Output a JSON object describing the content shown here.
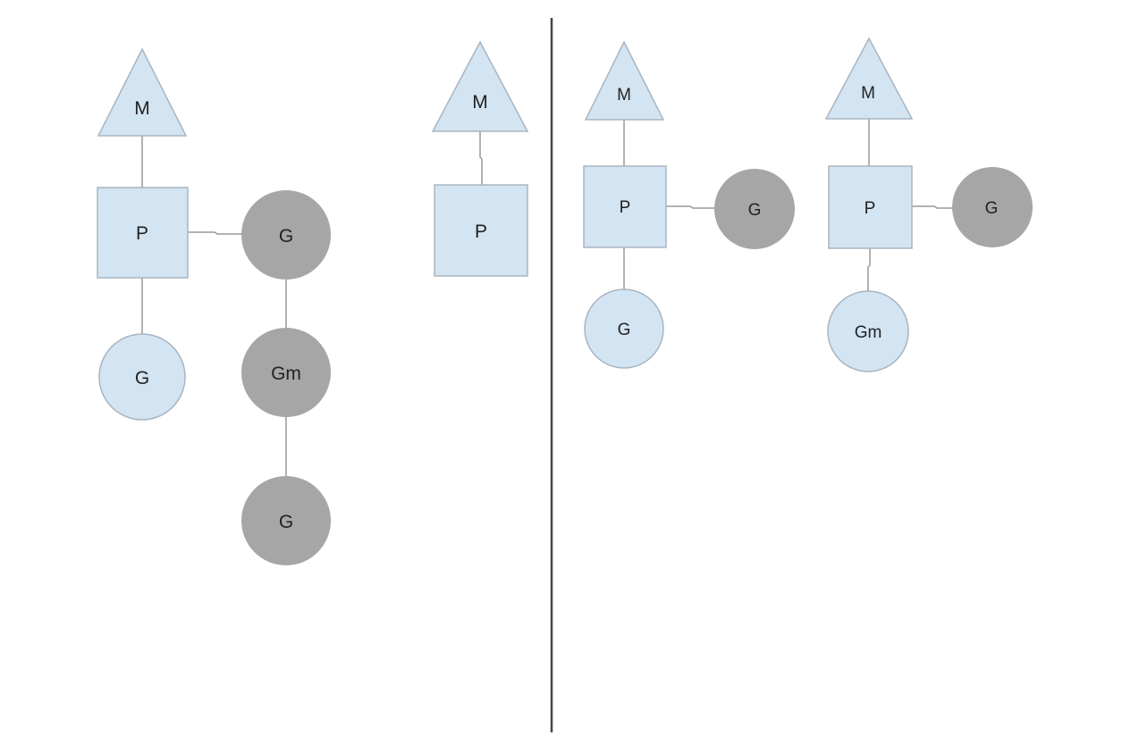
{
  "colors": {
    "light_fill": "#d3e4f2",
    "light_stroke": "#a9b5c0",
    "dark_fill": "#a6a6a6",
    "edge": "#999999",
    "divider": "#444444",
    "text": "#222222"
  },
  "left_panel": {
    "group1": {
      "m": "M",
      "p": "P",
      "local_g": "G",
      "running_g": "G",
      "gm": "Gm",
      "queued_g": "G"
    },
    "group2": {
      "m": "M",
      "p": "P"
    }
  },
  "right_panel": {
    "group1": {
      "m": "M",
      "p": "P",
      "running_g": "G",
      "local_g": "G"
    },
    "group2": {
      "m": "M",
      "p": "P",
      "running_g": "G",
      "gm": "Gm"
    }
  }
}
